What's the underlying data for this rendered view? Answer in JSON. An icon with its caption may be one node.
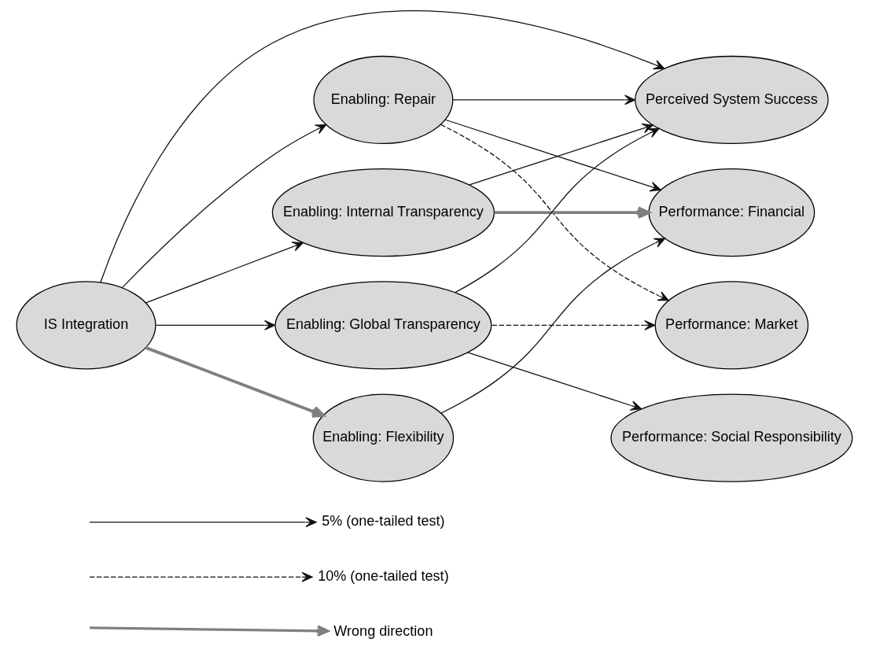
{
  "diagram": {
    "nodes": [
      {
        "text": [
          "IS Integration"
        ]
      },
      {
        "text": [
          "Enabling: Repair"
        ]
      },
      {
        "text": [
          "Enabling: Internal Transparency"
        ]
      },
      {
        "text": [
          "Enabling: Global Transparency"
        ]
      },
      {
        "text": [
          "Enabling: Flexibility"
        ]
      },
      {
        "text": [
          "Perceived System Success"
        ]
      },
      {
        "text": [
          "Performance: Financial"
        ]
      },
      {
        "text": [
          "Performance: Market"
        ]
      },
      {
        "text": [
          "Performance: Social Responsibility"
        ]
      }
    ],
    "edges": [
      {
        "from": 0,
        "to": 5,
        "arrow": "to"
      },
      {
        "from": 0,
        "to": 1,
        "arrow": "to"
      },
      {
        "from": 0,
        "to": 2,
        "arrow": "to"
      },
      {
        "from": 0,
        "to": 3,
        "arrow": "to"
      },
      {
        "from": 0,
        "to": 4,
        "arrow": "to",
        "style": "thick",
        "color": "#808080"
      },
      {
        "from": 1,
        "to": 5,
        "arrow": "to"
      },
      {
        "from": 1,
        "to": 6,
        "arrow": "to"
      },
      {
        "from": 1,
        "to": 7,
        "arrow": "to",
        "style": "dashed"
      },
      {
        "from": 2,
        "to": 5,
        "arrow": "to"
      },
      {
        "from": 2,
        "to": 6,
        "arrow": "to",
        "style": "thick",
        "color": "#808080"
      },
      {
        "from": 3,
        "to": 5,
        "arrow": "to"
      },
      {
        "from": 3,
        "to": 7,
        "arrow": "to",
        "style": "dashed"
      },
      {
        "from": 3,
        "to": 8,
        "arrow": "to"
      },
      {
        "from": 4,
        "to": 6,
        "arrow": "to"
      }
    ],
    "legend": [
      {
        "text": "5% (one-tailed test)"
      },
      {
        "text": "10% (one-tailed test)"
      },
      {
        "text": "Wrong direction"
      }
    ]
  }
}
